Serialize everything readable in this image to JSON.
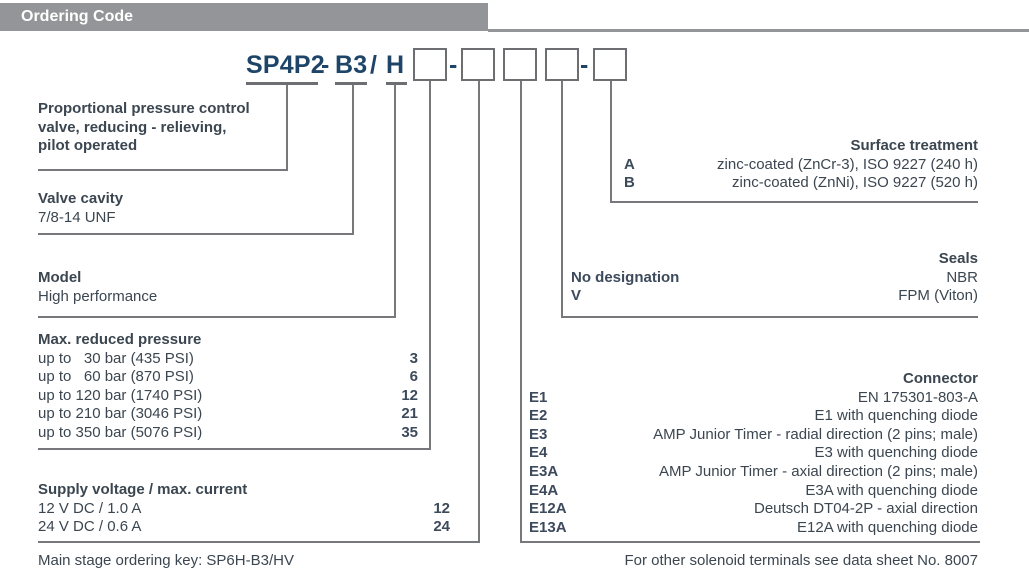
{
  "header": {
    "title": "Ordering Code"
  },
  "code": {
    "prefix": "SP4P2",
    "dash1": "-",
    "cavity": "B3",
    "slash": "/",
    "model": "H",
    "dash2": "-",
    "dash3": "-"
  },
  "left": {
    "function_block": {
      "line1": "Proportional pressure control",
      "line2": "valve, reducing - relieving,",
      "line3": "pilot operated"
    },
    "valve_cavity": {
      "title": "Valve cavity",
      "value": "7/8-14 UNF"
    },
    "model": {
      "title": "Model",
      "value": "High performance"
    },
    "pressure": {
      "title": "Max. reduced pressure",
      "rows": [
        {
          "label": "up to   30 bar (435 PSI)",
          "code": "3"
        },
        {
          "label": "up to   60 bar (870 PSI)",
          "code": "6"
        },
        {
          "label": "up to 120 bar (1740 PSI)",
          "code": "12"
        },
        {
          "label": "up to 210 bar (3046 PSI)",
          "code": "21"
        },
        {
          "label": "up to 350 bar (5076 PSI)",
          "code": "35"
        }
      ]
    },
    "supply": {
      "title": "Supply voltage / max. current",
      "rows": [
        {
          "label": "12 V DC / 1.0 A",
          "code": "12"
        },
        {
          "label": "24 V DC / 0.6 A",
          "code": "24"
        }
      ]
    },
    "footnote": "Main stage ordering key: SP6H-B3/HV"
  },
  "right": {
    "surface": {
      "title": "Surface treatment",
      "rows": [
        {
          "code": "A",
          "label": "zinc-coated (ZnCr-3), ISO 9227 (240 h)"
        },
        {
          "code": "B",
          "label": "zinc-coated (ZnNi), ISO 9227 (520 h)"
        }
      ]
    },
    "seals": {
      "title": "Seals",
      "rows": [
        {
          "code": "No designation",
          "label": "NBR"
        },
        {
          "code": "V",
          "label": "FPM (Viton)"
        }
      ]
    },
    "connector": {
      "title": "Connector",
      "rows": [
        {
          "code": "E1",
          "label": "EN 175301-803-A"
        },
        {
          "code": "E2",
          "label": "E1 with quenching diode"
        },
        {
          "code": "E3",
          "label": "AMP Junior Timer - radial direction (2 pins; male)"
        },
        {
          "code": "E4",
          "label": "E3 with quenching diode"
        },
        {
          "code": "E3A",
          "label": "AMP Junior Timer - axial direction (2 pins; male)"
        },
        {
          "code": "E4A",
          "label": "E3A with quenching diode"
        },
        {
          "code": "E12A",
          "label": "Deutsch DT04-2P - axial direction"
        },
        {
          "code": "E13A",
          "label": "E12A with quenching diode"
        }
      ]
    },
    "footnote": "For other solenoid terminals see data sheet No. 8007"
  },
  "colors": {
    "header_bar": "#939598",
    "line_gray": "#77787b",
    "box_border": "#6d6e71",
    "code_navy": "#1e4568",
    "body_text": "#3b4650"
  }
}
